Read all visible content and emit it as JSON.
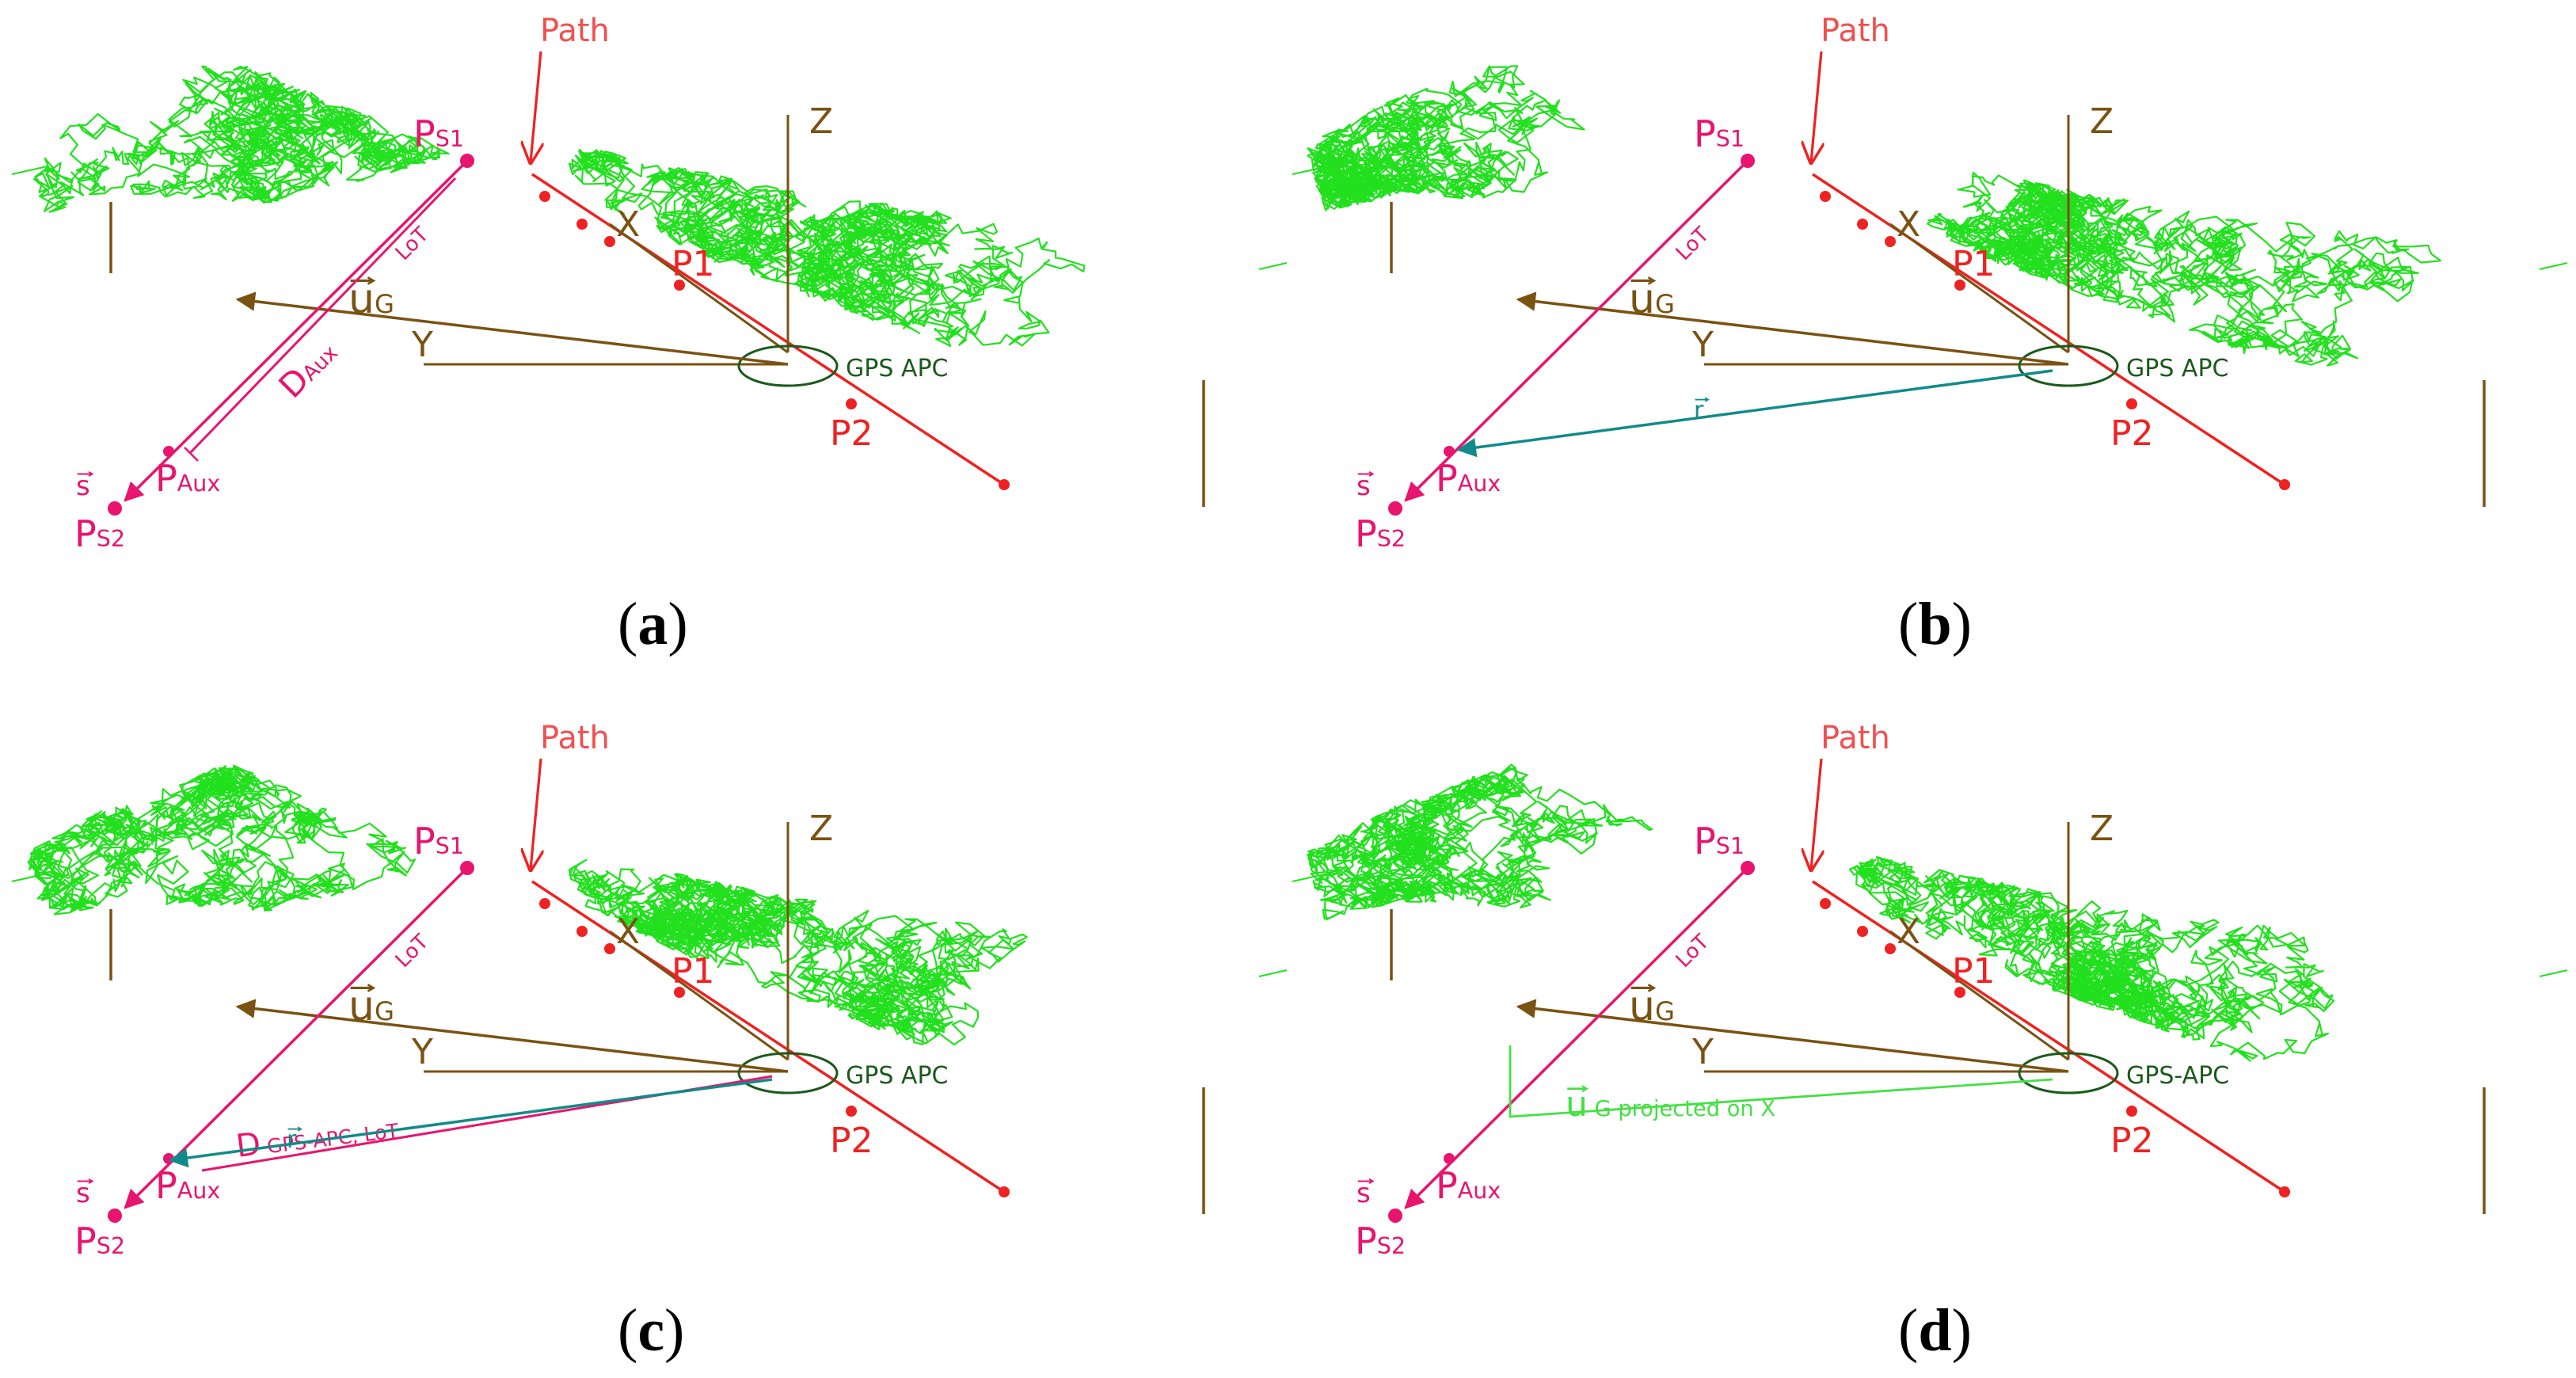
{
  "colors": {
    "canopy": "#22e01e",
    "path": "#ee2222",
    "magenta": "#e8146e",
    "brown": "#7a5212",
    "teal": "#138a8a",
    "apc": "#1b5a1b",
    "path_label": "#f05050",
    "projection": "#44e044"
  },
  "labels": {
    "path": "Path",
    "z": "Z",
    "x": "X",
    "y": "Y",
    "p1": "P1",
    "p2": "P2",
    "ps": "P",
    "ps1_sub": "S1",
    "ps2_sub": "S2",
    "paux": "P",
    "aux_sub": "Aux",
    "u": "u",
    "u_sub": "G",
    "s": "s",
    "r": "r",
    "lot": "LoT",
    "daux": "D",
    "daux_sub": "Aux",
    "d_gps": "D",
    "d_gps_sub": "GPS-APC, LoT",
    "u_proj_sub": "G projected on X"
  },
  "panels": [
    {
      "letter": "a",
      "apc_label": "GPS APC"
    },
    {
      "letter": "b",
      "apc_label": "GPS APC"
    },
    {
      "letter": "c",
      "apc_label": "GPS APC"
    },
    {
      "letter": "d",
      "apc_label": "GPS-APC"
    }
  ]
}
